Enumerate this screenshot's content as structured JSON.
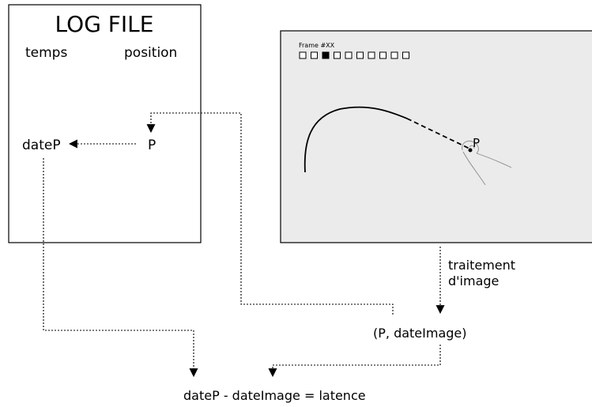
{
  "log_file": {
    "title": "LOG FILE",
    "col_time": "temps",
    "col_position": "position",
    "date_label": "dateP",
    "point_label": "P"
  },
  "frame_view": {
    "frame_label": "Frame #XX",
    "frame_count": 10,
    "active_frame": 3,
    "point_label": "P"
  },
  "process": {
    "label_line1": "traitement",
    "label_line2": "d'image",
    "result_label": "(P, dateImage)"
  },
  "equation": "dateP - dateImage = latence",
  "colors": {
    "frame_fill": "#ebebeb",
    "stroke": "#000000",
    "finger": "#8a8a8a"
  }
}
